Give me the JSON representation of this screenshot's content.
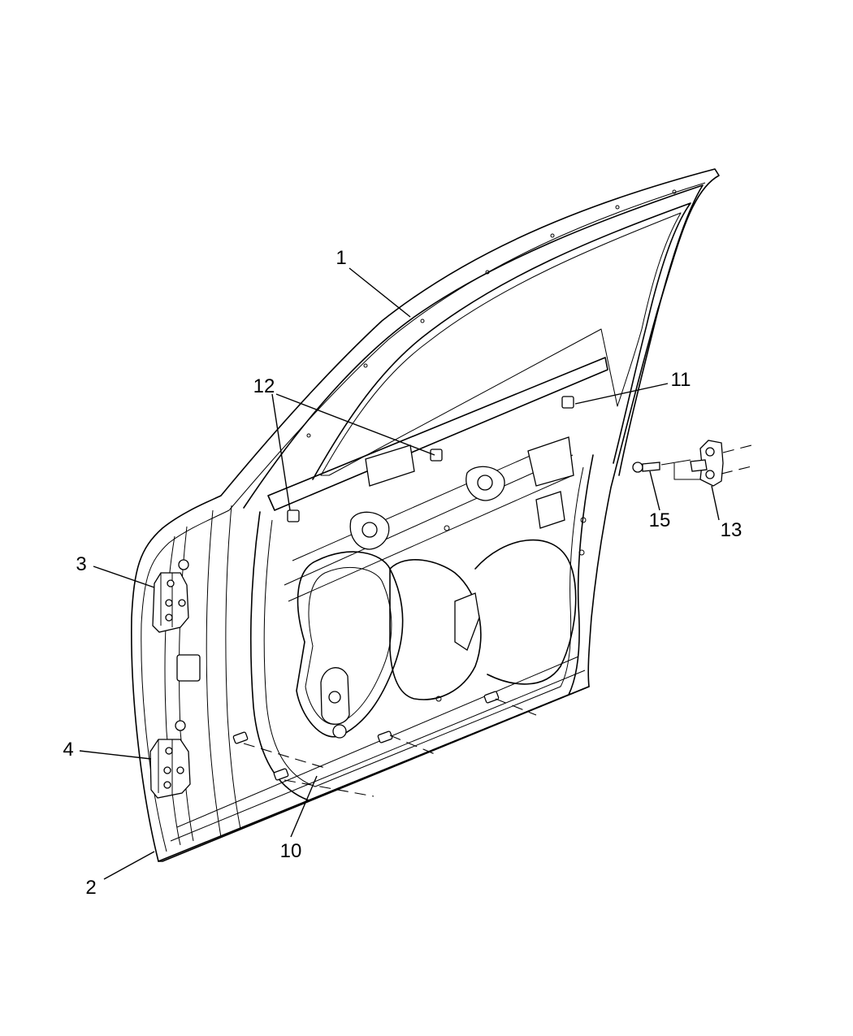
{
  "diagram": {
    "callouts": {
      "c1": "1",
      "c2": "2",
      "c3": "3",
      "c4": "4",
      "c10": "10",
      "c11": "11",
      "c12": "12",
      "c13": "13",
      "c15": "15"
    }
  }
}
